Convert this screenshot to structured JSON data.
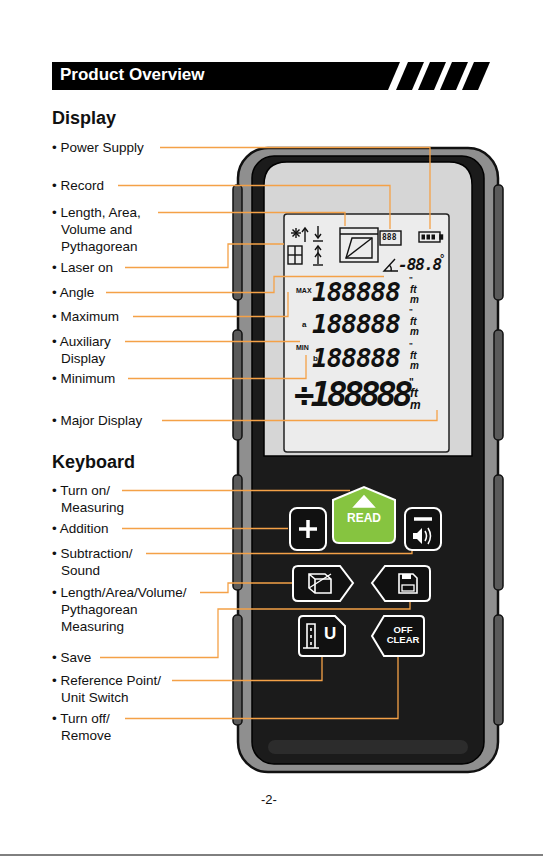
{
  "diagram": {
    "title": "Product Overview",
    "nodes": [
      {
        "text": [
          "READ"
        ]
      },
      {
        "text": [
          "OFF CLEAR"
        ]
      },
      {
        "text": [
          "U"
        ]
      }
    ],
    "labels": [
      "Display",
      "• Power Supply",
      "• Record",
      "• Length, Area, Volume and Pythagorean",
      "• Laser on",
      "• Angle",
      "• Maximum",
      "• Auxiliary Display",
      "• Minimum",
      "• Major Display",
      "Keyboard",
      "• Turn on/ Measuring",
      "• Addition",
      "• Subtraction/ Sound",
      "• Length/Area/Volume/ Pythagorean Measuring",
      "• Save",
      "• Reference Point/ Unit Switch",
      "• Turn off/ Remove",
      "-2-",
      "888",
      "-88.8",
      "°",
      "MAX",
      "188888",
      "188888",
      "188888",
      "MIN",
      "a",
      "b",
      "÷188888",
      "\"",
      "ft",
      "m",
      "\"",
      "ft",
      "m",
      "\"",
      "ft",
      "m",
      "\"",
      "ft",
      "m"
    ]
  }
}
